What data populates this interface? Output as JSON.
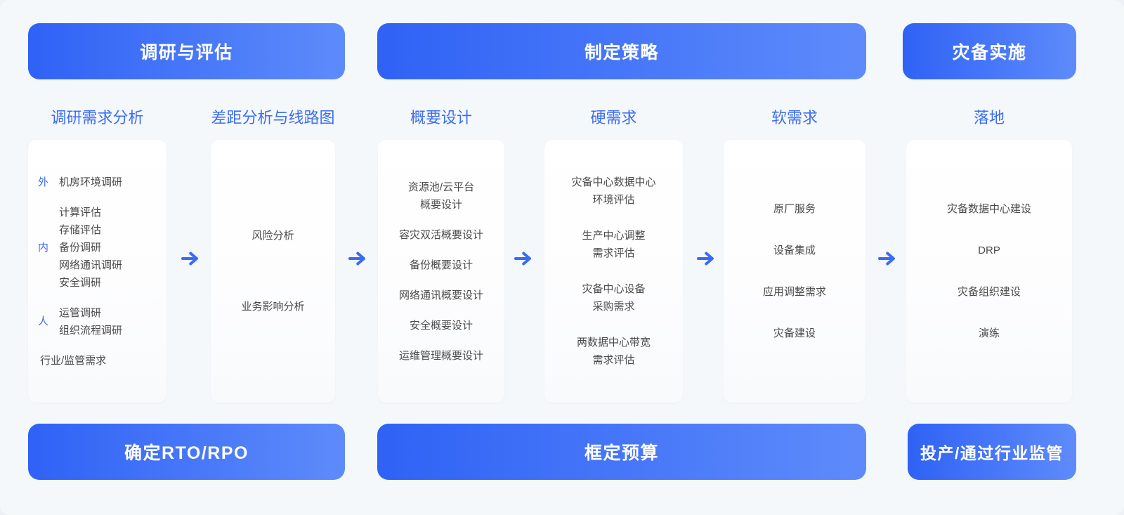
{
  "phases_top": [
    {
      "label": "调研与评估"
    },
    {
      "label": "制定策略"
    },
    {
      "label": "灾备实施"
    }
  ],
  "phases_bottom": [
    {
      "label": "确定RTO/RPO"
    },
    {
      "label": "框定预算"
    },
    {
      "label": "投产/通过行业监管"
    }
  ],
  "columns": [
    {
      "title": "调研需求分析",
      "groups": [
        {
          "label": "外",
          "items": [
            "机房环境调研"
          ]
        },
        {
          "label": "内",
          "items": [
            "计算评估",
            "存储评估",
            "备份调研",
            "网络通讯调研",
            "安全调研"
          ]
        },
        {
          "label": "人",
          "items": [
            "运管调研",
            "组织流程调研"
          ]
        }
      ],
      "loose_items": [
        "行业/监管需求"
      ]
    },
    {
      "title": "差距分析与线路图",
      "items": [
        "风险分析",
        "业务影响分析"
      ]
    },
    {
      "title": "概要设计",
      "items": [
        "资源池/云平台\n概要设计",
        "容灾双活概要设计",
        "备份概要设计",
        "网络通讯概要设计",
        "安全概要设计",
        "运维管理概要设计"
      ]
    },
    {
      "title": "硬需求",
      "items": [
        "灾备中心数据中心\n环境评估",
        "生产中心调整\n需求评估",
        "灾备中心设备\n采购需求",
        "两数据中心带宽\n需求评估"
      ]
    },
    {
      "title": "软需求",
      "items": [
        "原厂服务",
        "设备集成",
        "应用调整需求",
        "灾备建设"
      ]
    },
    {
      "title": "落地",
      "items": [
        "灾备数据中心建设",
        "DRP",
        "灾备组织建设",
        "演练"
      ]
    }
  ],
  "arrows": [
    {
      "name": "arrow-right-icon"
    },
    {
      "name": "arrow-right-icon"
    },
    {
      "name": "arrow-right-icon"
    },
    {
      "name": "arrow-right-icon"
    },
    {
      "name": "arrow-right-icon"
    }
  ],
  "colors": {
    "page_background": "#f5f8fb",
    "banner_gradient_start": "#2f62f5",
    "banner_gradient_end": "#5e8bfb",
    "accent_blue": "#3b6df5",
    "arrow_blue": "#3a6bf4",
    "item_text": "#4a4a4a",
    "card_background": "#ffffff"
  }
}
